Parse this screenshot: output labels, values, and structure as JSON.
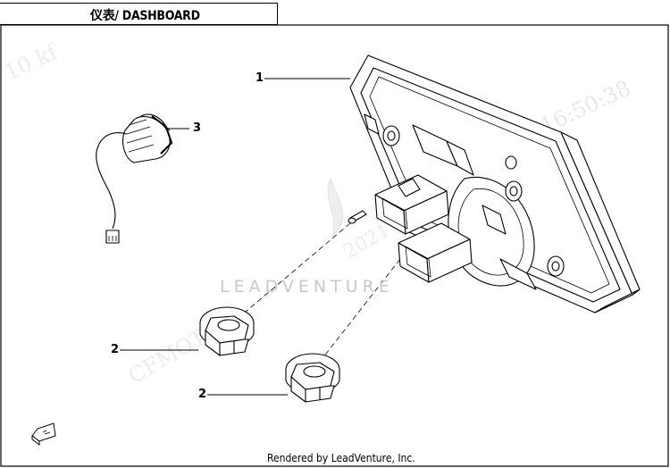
{
  "header": {
    "title": "仪表/ DASHBOARD"
  },
  "footer": {
    "text": "Rendered by LeadVenture, Inc."
  },
  "watermark": {
    "text": "LEADVENTURE"
  },
  "callouts": [
    {
      "id": "1"
    },
    {
      "id": "2"
    },
    {
      "id": "2"
    },
    {
      "id": "3"
    }
  ]
}
